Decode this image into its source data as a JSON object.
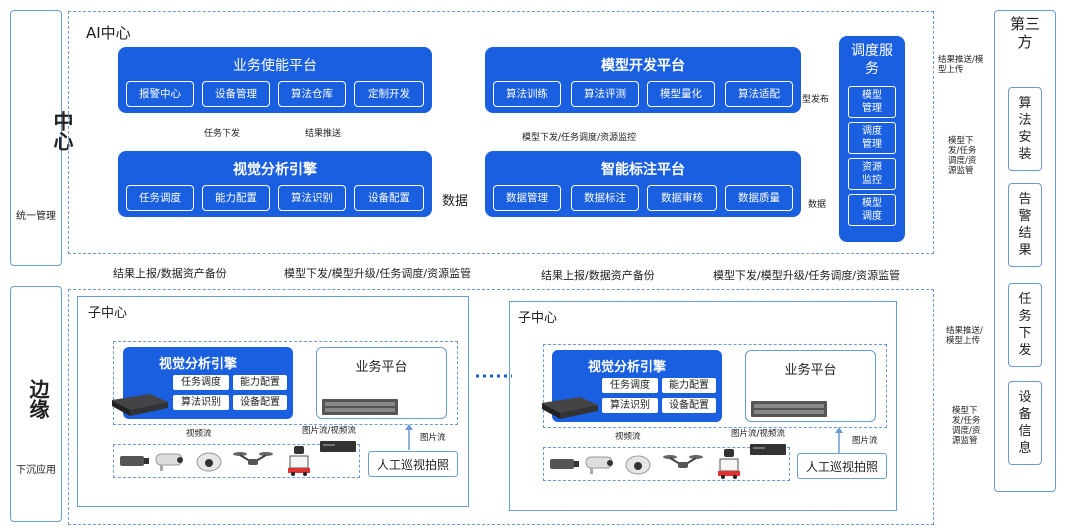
{
  "left_side": {
    "center_label": "中心",
    "center_sub": "统一管理",
    "edge_label": "边缘",
    "edge_sub": "下沉应用"
  },
  "ai_center": {
    "title": "AI中心",
    "biz_platform": {
      "title": "业务使能平台",
      "items": [
        "报警中心",
        "设备管理",
        "算法仓库",
        "定制开发"
      ]
    },
    "model_platform": {
      "title": "模型开发平台",
      "items": [
        "算法训练",
        "算法评测",
        "模型量化",
        "算法适配"
      ]
    },
    "vision_engine": {
      "title": "视觉分析引擎",
      "items": [
        "任务调度",
        "能力配置",
        "算法识别",
        "设备配置"
      ]
    },
    "label_platform": {
      "title": "智能标注平台",
      "items": [
        "数据管理",
        "数据标注",
        "数据审核",
        "数据质量"
      ]
    },
    "sched_service": {
      "title": "调度服务",
      "items": [
        "模型管理",
        "调度管理",
        "资源监控",
        "模型调度"
      ]
    },
    "text_task_down": "任务下发",
    "text_result_push": "结果推送",
    "text_model_ops": "模型下发/任务调度/资源监控",
    "text_data": "数据",
    "text_data2": "数据",
    "text_model_publish": "型发布"
  },
  "mid_texts": {
    "t1": "结果上报/数据资产备份",
    "t2": "模型下发/模型升级/任务调度/资源监管",
    "t3": "结果上报/数据资产备份",
    "t4": "模型下发/模型升级/任务调度/资源监管"
  },
  "sub_center": {
    "title": "子中心",
    "engine_title": "视觉分析引擎",
    "engine_items": [
      "任务调度",
      "能力配置",
      "算法识别",
      "设备配置"
    ],
    "biz_title": "业务平台",
    "video_flow": "视频流",
    "image_video_flow": "图片流/视频流",
    "image_flow": "图片流",
    "manual": "人工巡视拍照"
  },
  "right_side": {
    "title": "第三方",
    "items": [
      "算法安装",
      "告警结果",
      "任务下发",
      "设备信息"
    ],
    "note1": "结果推送/模型上传",
    "note2": "模型下发/任务调度/资源监管",
    "note3": "结果推送/模型上传",
    "note4": "模型下发/任务调度/资源监管"
  },
  "colors": {
    "panel_blue": "#1a5fe0",
    "border_blue": "#6b9bd2"
  }
}
